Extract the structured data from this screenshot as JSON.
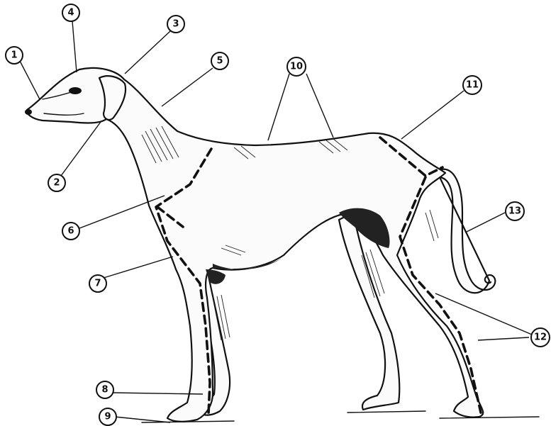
{
  "diagram": {
    "callouts": [
      {
        "label": "1"
      },
      {
        "label": "2"
      },
      {
        "label": "3"
      },
      {
        "label": "4"
      },
      {
        "label": "5"
      },
      {
        "label": "6"
      },
      {
        "label": "7"
      },
      {
        "label": "8"
      },
      {
        "label": "9"
      },
      {
        "label": "10"
      },
      {
        "label": "11"
      },
      {
        "label": "12"
      },
      {
        "label": "13"
      }
    ]
  }
}
